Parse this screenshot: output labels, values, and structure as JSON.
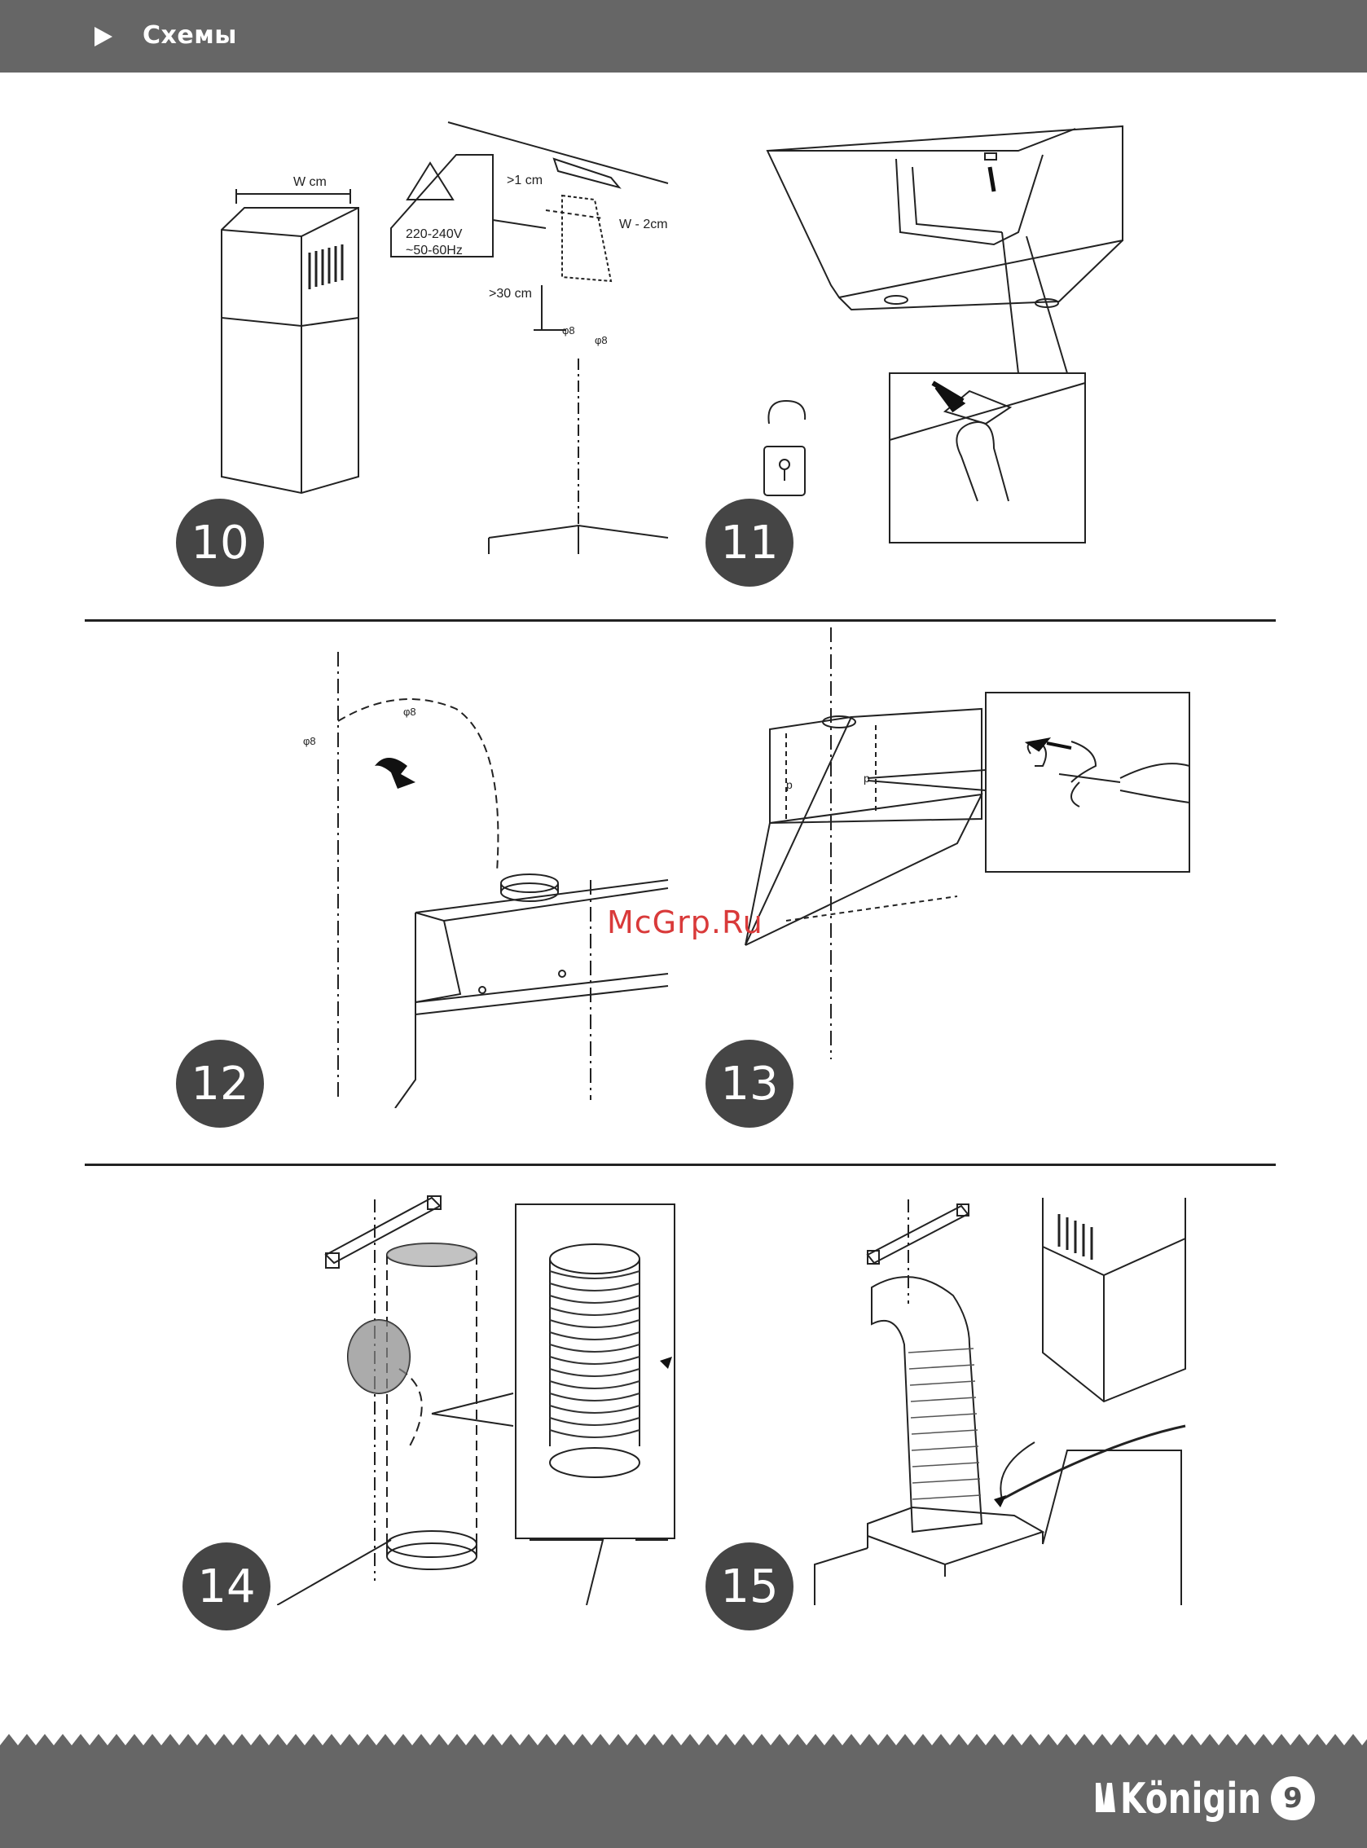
{
  "header": {
    "title": "Схемы"
  },
  "figures": [
    {
      "number": "10",
      "labels": {
        "width": "W cm",
        "gap_top": ">1 cm",
        "gap_bottom": ">30 cm",
        "width_minus": "W - 2cm",
        "voltage": "220-240V",
        "frequency": "~50-60Hz",
        "hole_a": "φ8",
        "hole_b": "φ8"
      }
    },
    {
      "number": "11"
    },
    {
      "number": "12",
      "labels": {
        "hole_a": "φ8",
        "hole_b": "φ8"
      }
    },
    {
      "number": "13"
    },
    {
      "number": "14"
    },
    {
      "number": "15"
    }
  ],
  "watermark": "McGrp.Ru",
  "footer": {
    "brand": "Königin",
    "page": "9"
  }
}
